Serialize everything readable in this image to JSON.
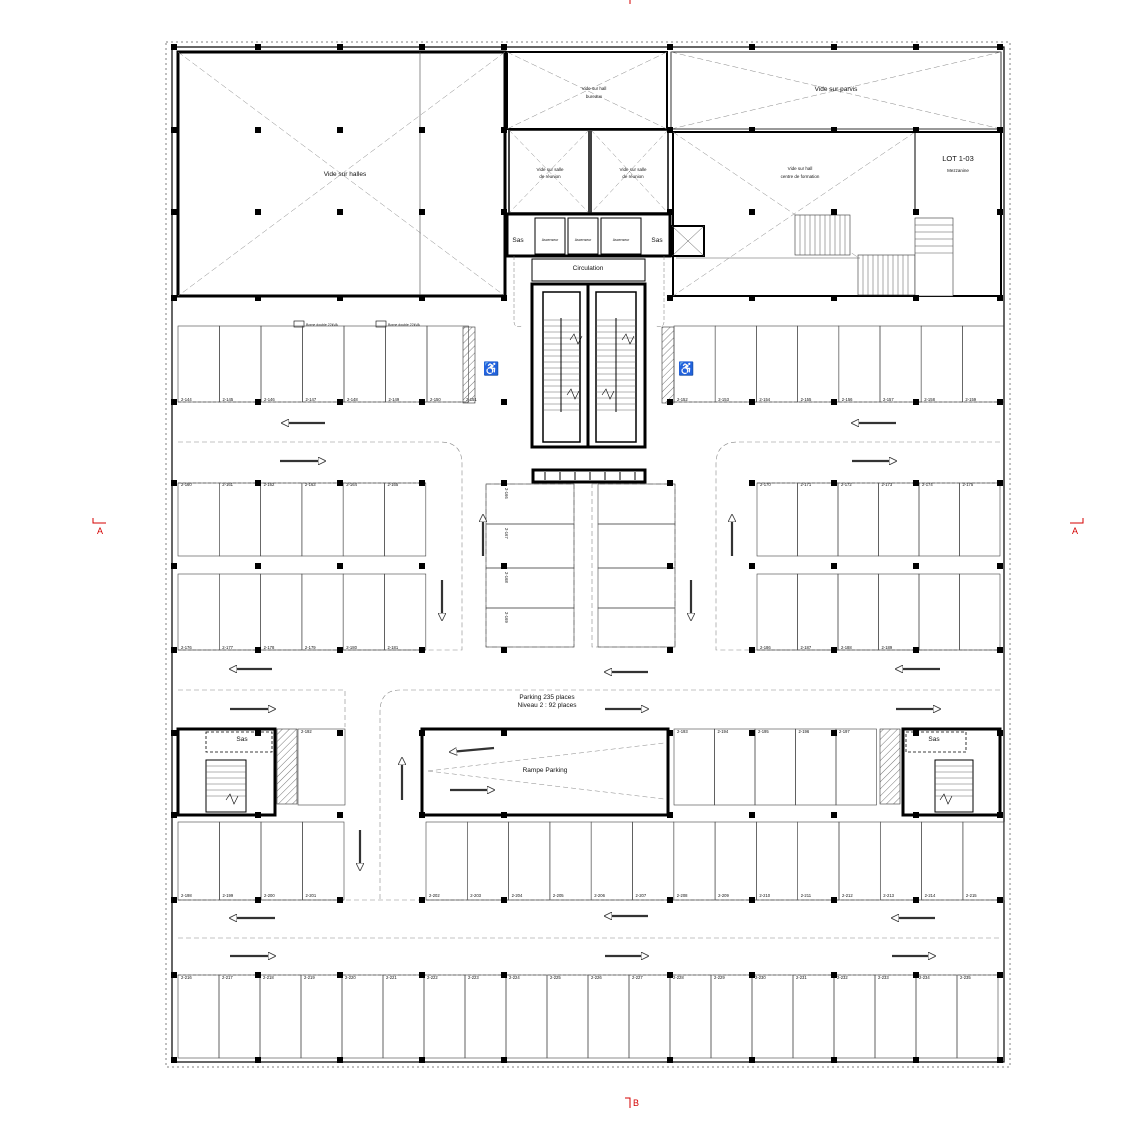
{
  "colors": {
    "wall": "#000000",
    "line": "#333333",
    "dash": "#777777",
    "section_marker": "#d40000"
  },
  "section_marks": {
    "left": "A",
    "right": "A",
    "bottom": "B"
  },
  "voids": {
    "halles": "Vide sur halles",
    "hall_bureaux_1": "Vide sur hall",
    "hall_bureaux_2": "bureaux",
    "parvis": "Vide sur parvis",
    "reunion_a_1": "Vide sur salle",
    "reunion_a_2": "de réunion",
    "reunion_b_1": "Vide sur salle",
    "reunion_b_2": "de réunion",
    "formation_1": "Vide sur hall",
    "formation_2": "centre de formation"
  },
  "lot": {
    "line1": "LOT 1-03",
    "line2": "Mezzanine"
  },
  "core": {
    "sas_left": "Sas",
    "sas_right": "Sas",
    "lift1": "Ascenseur",
    "lift2": "Ascenseur",
    "lift3": "Ascenseur",
    "circulation": "Circulation"
  },
  "bornes": {
    "left": "Borne double 22kVA",
    "right": "Borne double 22kVA"
  },
  "parking": {
    "line1": "Parking 235 places",
    "line2": "Niveau 2 : 92 places"
  },
  "ramp_label": "Rampe Parking",
  "stair_sas": {
    "left": "Sas",
    "right": "Sas"
  },
  "spaces": {
    "row1_left": [
      "2-144",
      "2-145",
      "2-146",
      "2-147",
      "2-148",
      "2-149",
      "2-150",
      "2-151"
    ],
    "row1_right": [
      "2-152",
      "2-153",
      "2-154",
      "2-155",
      "2-156",
      "2-157",
      "2-158",
      "2-159"
    ],
    "row2_left": [
      "2-160",
      "2-161",
      "2-162",
      "2-163",
      "2-164",
      "2-165"
    ],
    "row2_right": [
      "2-170",
      "2-171",
      "2-172",
      "2-173",
      "2-174",
      "2-175"
    ],
    "center_vertical": [
      "2-166",
      "2-167",
      "2-168",
      "2-169"
    ],
    "row3_left": [
      "2-176",
      "2-177",
      "2-178",
      "2-179",
      "2-180",
      "2-181"
    ],
    "row3_right": [
      "2-186",
      "2-187",
      "2-188",
      "2-189"
    ],
    "row4_left": [
      "2-192"
    ],
    "row4_right": [
      "2-193",
      "2-194",
      "2-195",
      "2-196",
      "2-197"
    ],
    "row5": [
      "2-198",
      "2-199",
      "2-200",
      "2-201",
      "2-202",
      "2-203",
      "2-204",
      "2-205",
      "2-206",
      "2-207",
      "2-208",
      "2-209",
      "2-210",
      "2-211",
      "2-212",
      "2-213",
      "2-214",
      "2-215"
    ],
    "row6": [
      "2-216",
      "2-217",
      "2-218",
      "2-219",
      "2-220",
      "2-221",
      "2-222",
      "2-223",
      "2-224",
      "2-225",
      "2-226",
      "2-227",
      "2-228",
      "2-229",
      "2-230",
      "2-231",
      "2-232",
      "2-233",
      "2-234",
      "2-235"
    ]
  }
}
